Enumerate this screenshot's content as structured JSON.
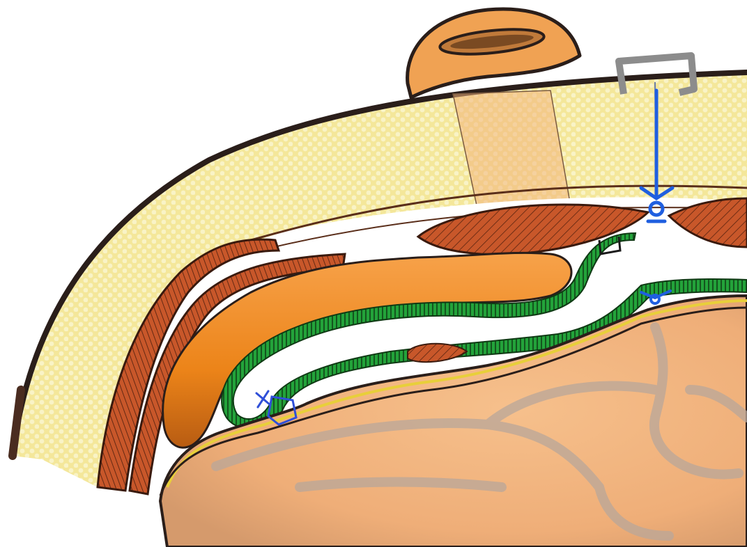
{
  "illustration": {
    "kind": "anatomical cross-section drawing",
    "labels": []
  },
  "colors": {
    "background": "#ffffff",
    "outline": "#2a1e1a",
    "skin_layer": "#f4e79a",
    "skin_dots": "#f9f3c6",
    "muscle": "#c8572a",
    "muscle_hatch": "#5a2410",
    "orange_tissue": "#f08a22",
    "green_membrane": "#23a33a",
    "membrane_hatch": "#0f3a14",
    "brain": "#f2b47e",
    "brain_shadow": "#b9a79a",
    "yellow_line": "#e8cf3a",
    "blue_suture": "#1f5fe0",
    "gray_clip": "#8c8c8c",
    "cap_orange": "#f0a253",
    "shaft_translucent": "#f3b57d"
  },
  "elements": [
    "skin-layer",
    "bone-arc-outline",
    "screw-cap",
    "screw-shaft",
    "temporal-muscle-bands",
    "orange-tissue-flap",
    "green-dural-membrane",
    "brain-surface",
    "metal-clip-icon",
    "blue-suture-marks"
  ]
}
